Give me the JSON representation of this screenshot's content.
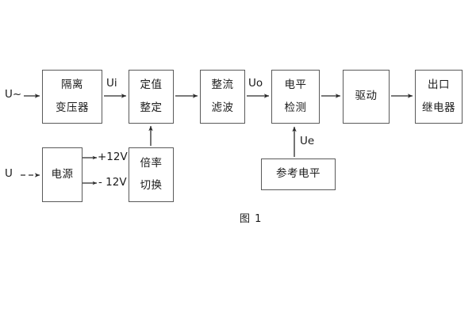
{
  "figure": {
    "caption": "图 1",
    "stroke_color": "#5a5a5a",
    "text_color": "#1b1b1b",
    "background_color": "#ffffff"
  },
  "blocks": {
    "isolation_transformer": {
      "line1": "隔离",
      "line2": "变压器"
    },
    "setting_value": {
      "line1": "定值",
      "line2": "整定"
    },
    "rectify_filter": {
      "line1": "整流",
      "line2": "滤波"
    },
    "level_detect": {
      "line1": "电平",
      "line2": "检测"
    },
    "drive": {
      "line1": "驱动"
    },
    "output_relay": {
      "line1": "出口",
      "line2": "继电器"
    },
    "power_supply": {
      "line1": "电源"
    },
    "multiplier_switch": {
      "line1": "倍率",
      "line2": "切换"
    },
    "reference_level": {
      "line1": "参考电平"
    }
  },
  "signal_labels": {
    "input_ac": "U~",
    "input_dc": "U",
    "ui": "Ui",
    "uo": "Uo",
    "ue": "Ue",
    "rail_positive": "+12V",
    "rail_negative": "- 12V"
  }
}
